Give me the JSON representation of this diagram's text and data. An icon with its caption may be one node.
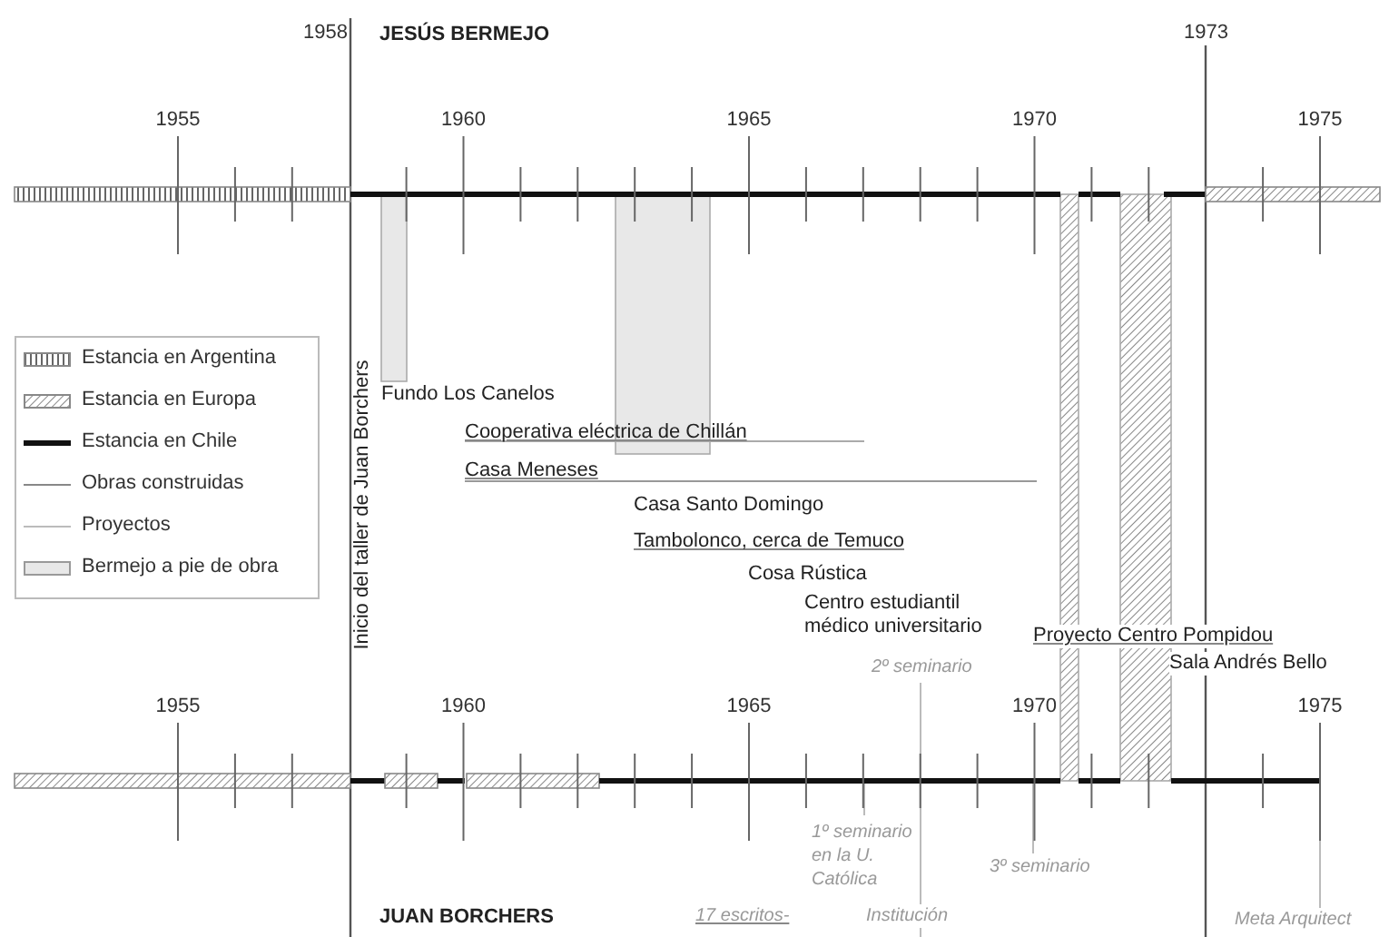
{
  "diagram": {
    "labels": [
      "1958",
      "JESÚS BERMEJO",
      "1973",
      "1955",
      "1960",
      "1965",
      "1970",
      "1975",
      "Inicio del taller de Juan Borchers",
      "Fundo Los Canelos",
      "Cooperativa eléctrica de Chillán",
      "Casa Meneses",
      "Casa Santo Domingo",
      "Tambolonco, cerca de Temuco",
      "Cosa Rústica",
      "Centro estudiantil médico universitario",
      "Proyecto Centro Pompidou",
      "2º seminario",
      "Sala Andrés Bello",
      "1955",
      "1960",
      "1965",
      "1970",
      "1975",
      "1º seminario en la U. Católica",
      "3º seminario",
      "JUAN BORCHERS",
      "17 escritos-",
      "Institución",
      "Meta Arquitect"
    ],
    "legend": [
      {
        "text": "Estancia en Argentina"
      },
      {
        "text": "Estancia en Europa"
      },
      {
        "text": "Estancia en Chile"
      },
      {
        "text": "Obras construidas"
      },
      {
        "text": "Proyectos"
      },
      {
        "text": "Bermejo a pie de obra",
        "color": "#e8e8e8"
      }
    ]
  }
}
